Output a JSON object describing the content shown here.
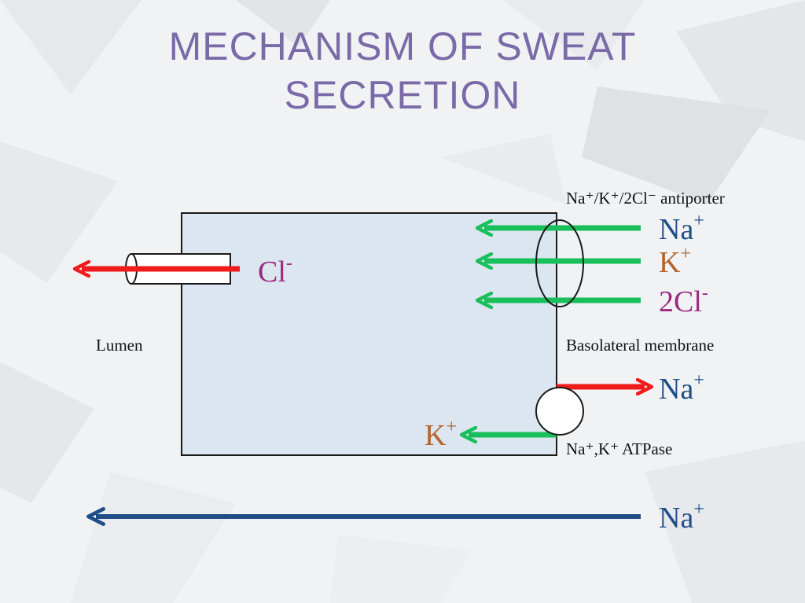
{
  "title": {
    "line1": "MECHANISM OF SWEAT",
    "line2": "SECRETION"
  },
  "labels": {
    "antiporter": "Na⁺/K⁺/2Cl⁻ antiporter",
    "lumen": "Lumen",
    "basolateral": "Basolateral membrane",
    "atpase": "Na⁺,K⁺ ATPase"
  },
  "ions": {
    "cl_out": {
      "base": "Cl",
      "charge": "-"
    },
    "na_in": {
      "base": "Na",
      "charge": "+"
    },
    "k_in": {
      "base": "K",
      "charge": "+"
    },
    "cl2_in": {
      "base": "2Cl",
      "charge": "-"
    },
    "na_out": {
      "base": "Na",
      "charge": "+"
    },
    "k_pump": {
      "base": "K",
      "charge": "+"
    },
    "na_para": {
      "base": "Na",
      "charge": "+"
    }
  },
  "colors": {
    "title": "#7b6aa8",
    "cell_fill": "#dce6f1",
    "green_arrow": "#19bf5a",
    "red_arrow": "#f01b1b",
    "blue_arrow": "#1f4e86",
    "na_text": "#1f4e86",
    "k_text": "#b5652a",
    "cl_text": "#9b2a7e"
  }
}
